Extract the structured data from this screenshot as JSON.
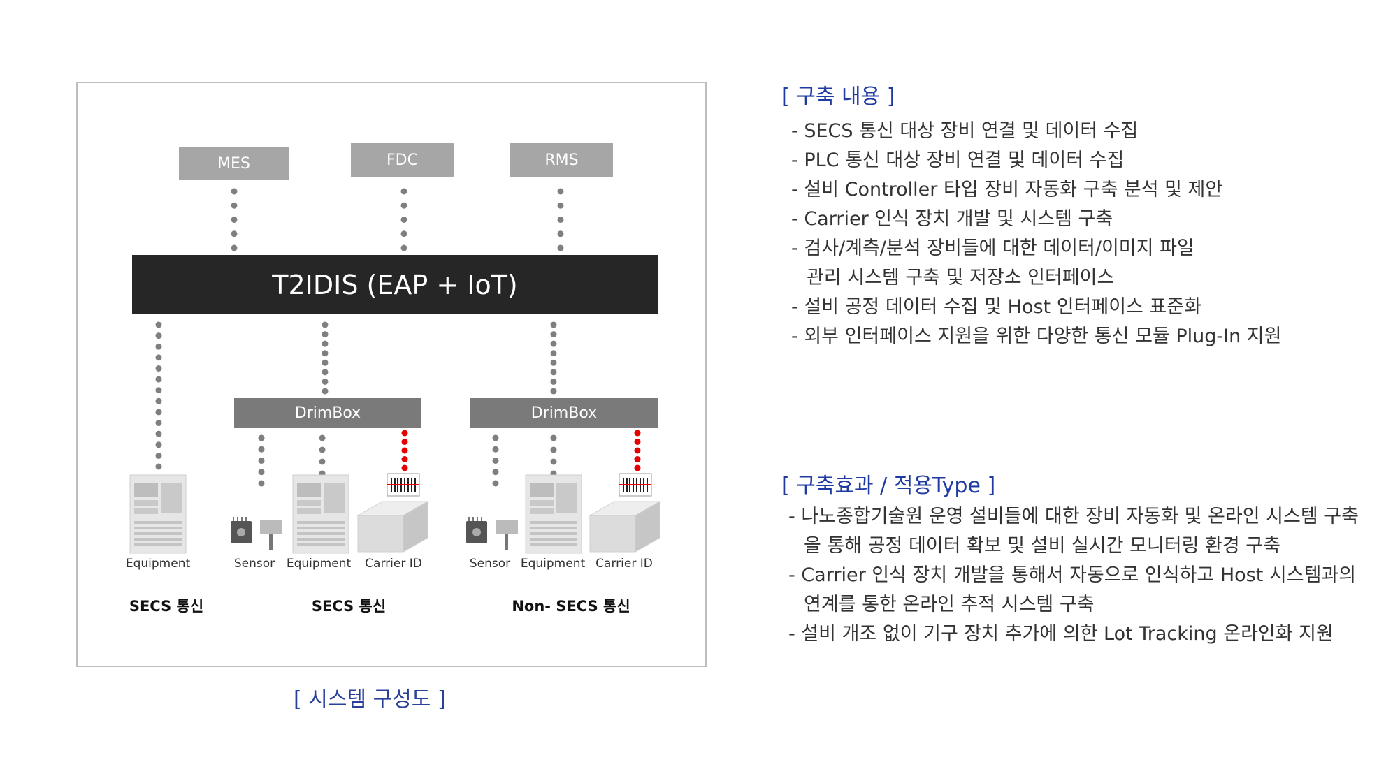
{
  "diagram": {
    "top_boxes": [
      "MES",
      "FDC",
      "RMS"
    ],
    "main_bar": "T2IDIS (EAP + IoT)",
    "drimbox_left": "DrimBox",
    "drimbox_right": "DrimBox",
    "device_labels": {
      "equipment_1": "Equipment",
      "sensor_1": "Sensor",
      "equipment_2": "Equipment",
      "carrier_1": "Carrier ID",
      "sensor_2": "Sensor",
      "equipment_3": "Equipment",
      "carrier_2": "Carrier ID"
    },
    "groups": [
      "SECS 통신",
      "SECS 통신",
      "Non- SECS 통신"
    ],
    "caption": "[ 시스템 구성도 ]",
    "colors": {
      "dot_gray": "#7f7f7f",
      "dot_red": "#e60000",
      "accent_blue": "#1f3aa2"
    }
  },
  "construction": {
    "title": "[ 구축 내용 ]",
    "items": [
      "- SECS 통신 대상 장비 연결 및 데이터 수집",
      "- PLC 통신 대상 장비 연결 및 데이터 수집",
      "- 설비 Controller 타입 장비 자동화 구축 분석 및 제안",
      "- Carrier 인식 장치 개발 및 시스템 구축",
      "- 검사/계측/분석 장비들에 대한 데이터/이미지 파일",
      "관리 시스템 구축 및 저장소 인터페이스",
      "- 설비 공정 데이터 수집 및 Host 인터페이스 표준화",
      "- 외부 인터페이스 지원을 위한 다양한 통신 모듈 Plug-In 지원"
    ]
  },
  "effects": {
    "title": "[ 구축효과 / 적용Type ]",
    "items": [
      "- 나노종합기술원 운영 설비들에 대한 장비 자동화 및 온라인 시스템 구축",
      "을 통해 공정 데이터 확보 및 설비 실시간 모니터링  환경 구축",
      "- Carrier 인식 장치 개발을 통해서 자동으로 인식하고 Host 시스템과의",
      "연계를 통한 온라인 추적 시스템 구축",
      "- 설비 개조 없이 기구 장치 추가에 의한 Lot Tracking 온라인화 지원"
    ]
  }
}
